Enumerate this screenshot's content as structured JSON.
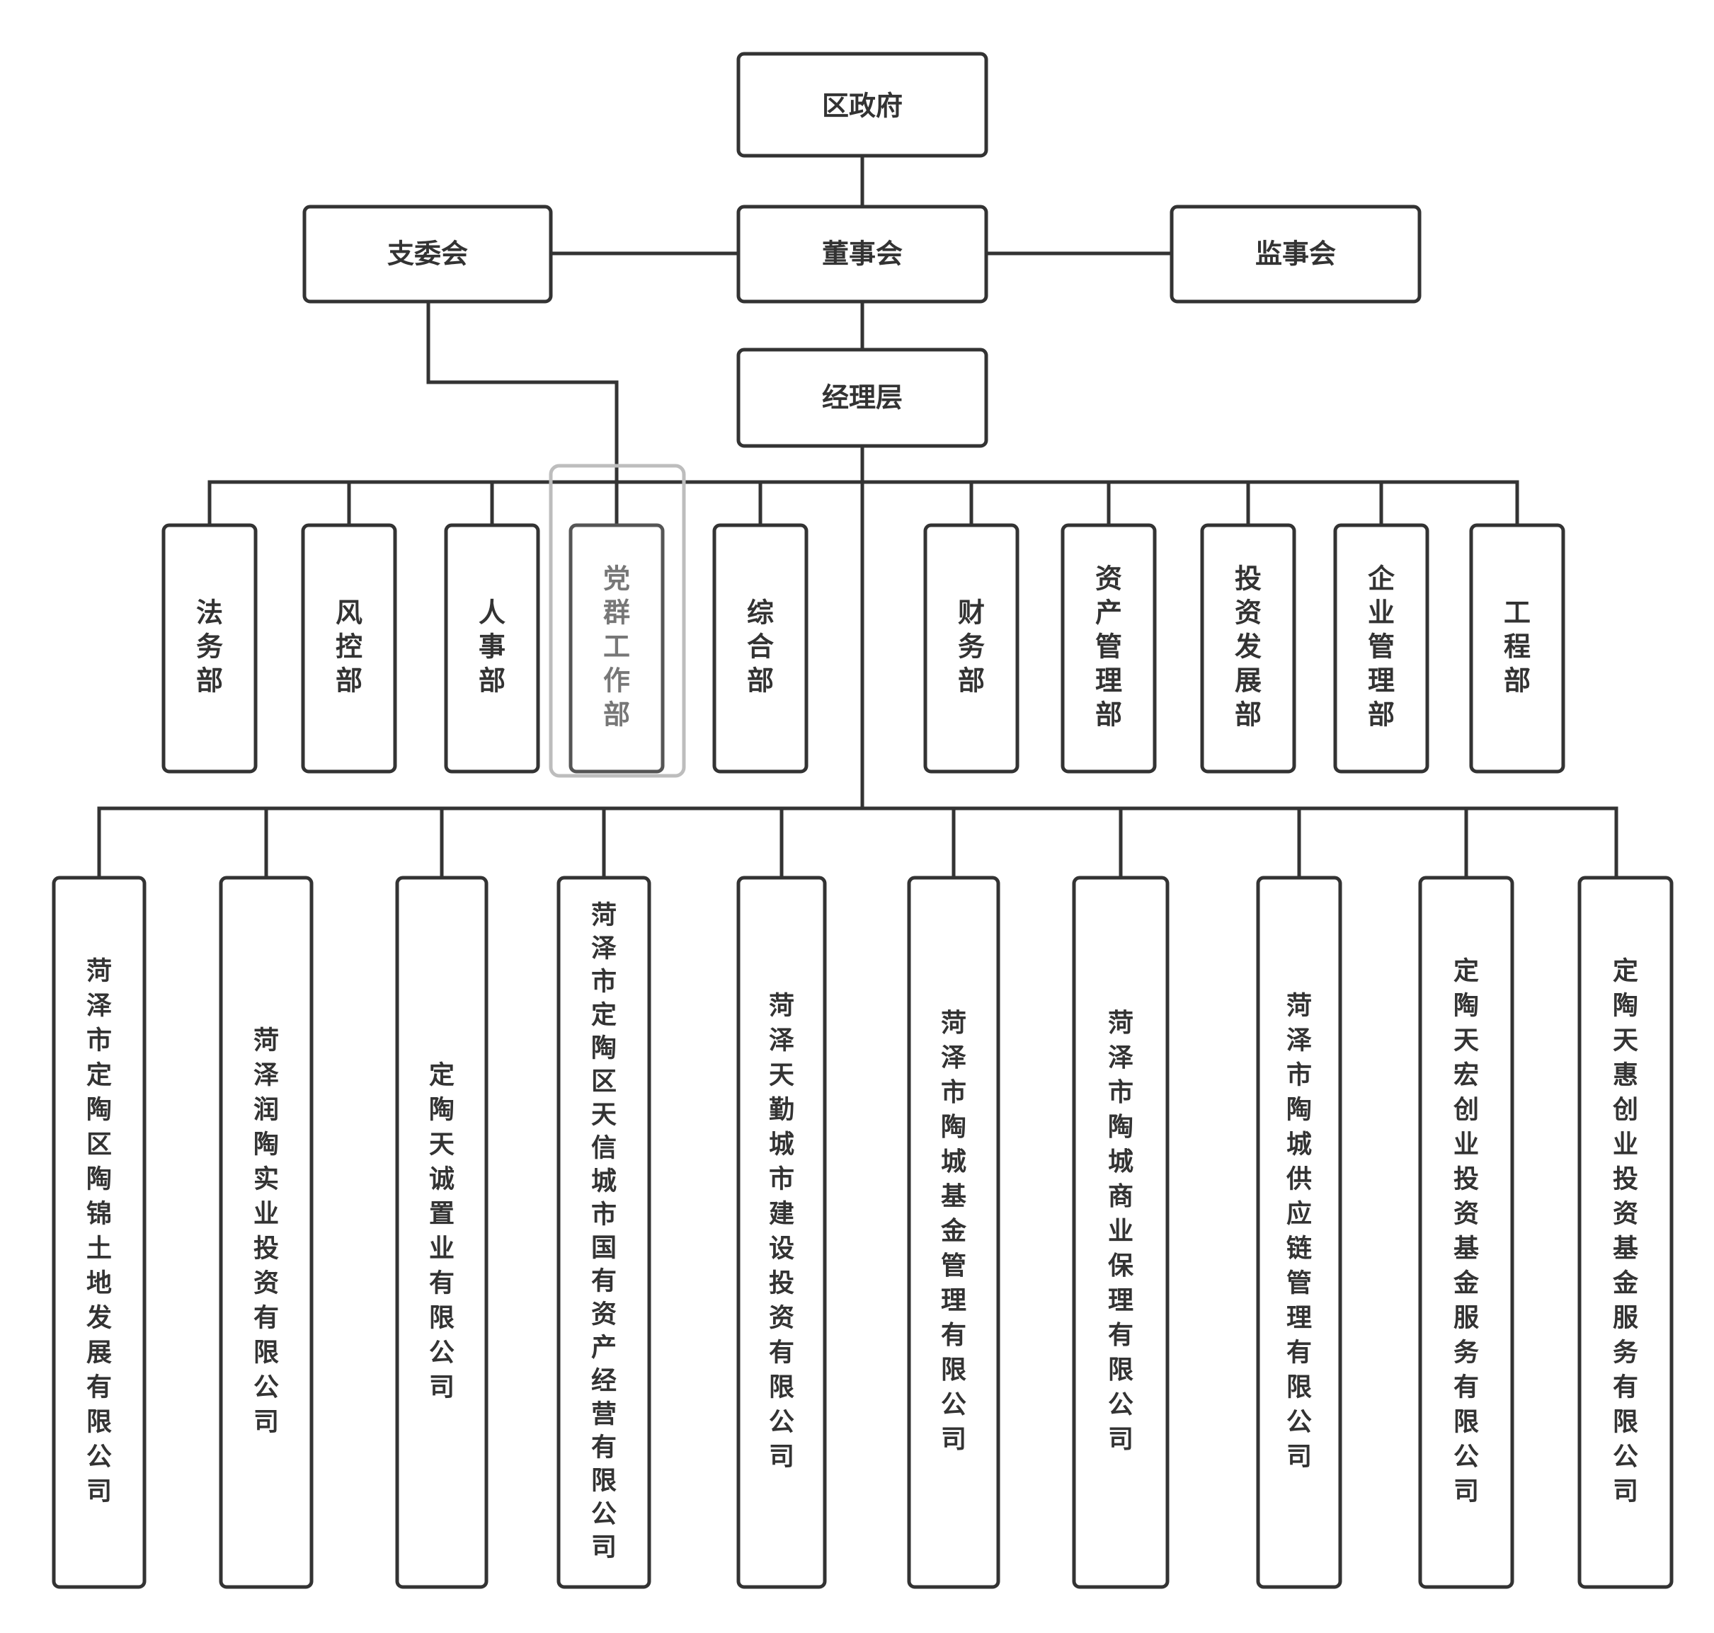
{
  "colors": {
    "line": "#333333",
    "text": "#333333",
    "dim_text": "#777777",
    "selection": "#bdbdbd",
    "background": "#ffffff"
  },
  "nodes": {
    "gov": "区政府",
    "branch": "支委会",
    "board": "董事会",
    "supervisory": "监事会",
    "management": "经理层"
  },
  "departments": [
    "法务部",
    "风控部",
    "人事部",
    "党群工作部",
    "综合部",
    "财务部",
    "资产管理部",
    "投资发展部",
    "企业管理部",
    "工程部"
  ],
  "companies": [
    "菏泽市定陶区陶锦土地发展有限公司",
    "菏泽润陶实业投资有限公司",
    "定陶天诚置业有限公司",
    "菏泽市定陶区天信城市国有资产经营有限公司",
    "菏泽天勤城市建设投资有限公司",
    "菏泽市陶城基金管理有限公司",
    "菏泽市陶城商业保理有限公司",
    "菏泽市陶城供应链管理有限公司",
    "定陶天宏创业投资基金服务有限公司",
    "定陶天惠创业投资基金服务有限公司"
  ],
  "selected_department": "党群工作部"
}
